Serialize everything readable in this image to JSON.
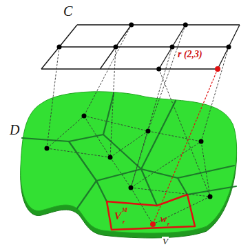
{
  "diagram": {
    "labels": [
      "C",
      "D",
      "r (2,3)",
      "V",
      "M",
      "r",
      "w",
      "r",
      "V"
    ]
  }
}
